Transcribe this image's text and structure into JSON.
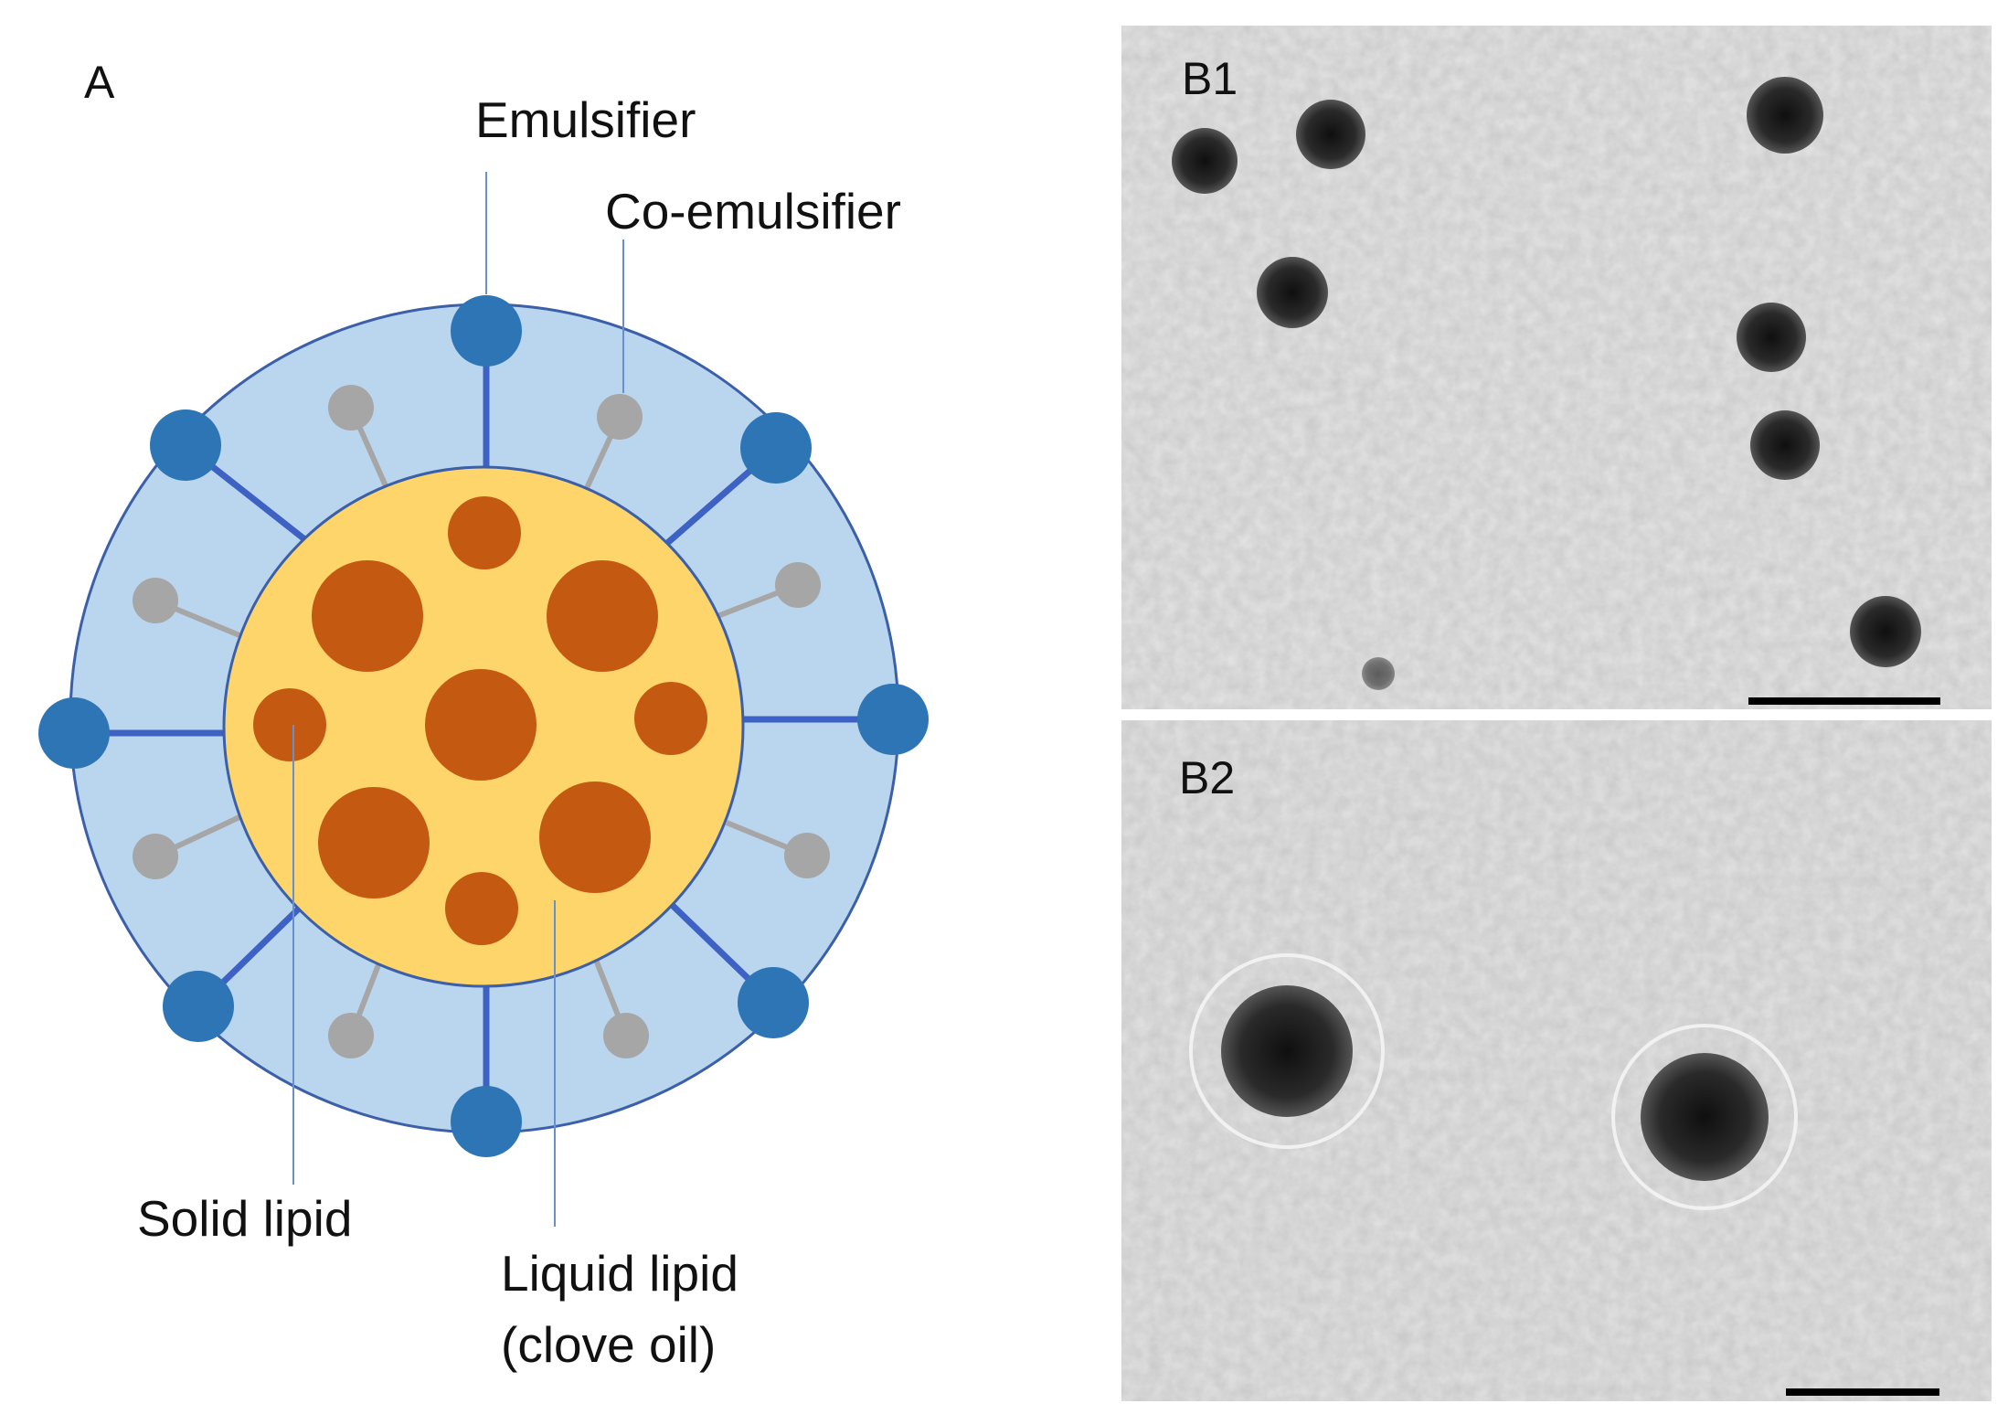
{
  "panels": {
    "a": {
      "label": "A"
    },
    "b1": {
      "label": "B1"
    },
    "b2": {
      "label": "B2"
    }
  },
  "labels": {
    "emulsifier": "Emulsifier",
    "co_emulsifier": "Co-emulsifier",
    "solid_lipid": "Solid lipid",
    "liquid_lipid_line1": "Liquid lipid",
    "liquid_lipid_line2": "(clove oil)"
  },
  "colors": {
    "shell": "#bad5ee",
    "shell_stroke": "#3b5fa8",
    "core": "#fdd56a",
    "solid_lipid": "#c45a11",
    "emulsifier": "#2e75b6",
    "emulsifier_tail": "#3d62c4",
    "co_emulsifier": "#a6a6a6",
    "micrograph_bg": "#e4e4e4",
    "particle": "#1e1e1e",
    "scale_bar": "#000000"
  }
}
